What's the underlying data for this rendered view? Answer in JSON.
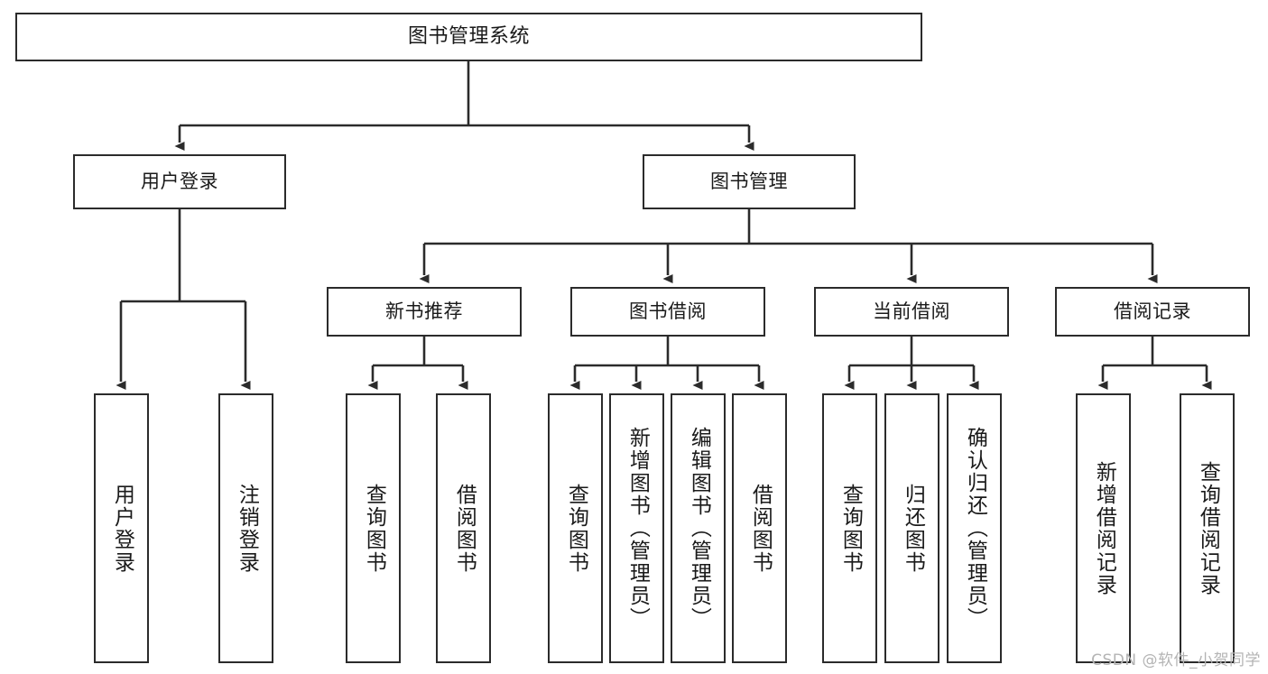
{
  "diagram": {
    "title": "图书管理系统",
    "type": "tree-hierarchy-chart",
    "stroke_color": "#2b2b2b",
    "fill_color": "#ffffff",
    "text_color": "#1a1a1a"
  },
  "root": {
    "label": "图书管理系统"
  },
  "level2": [
    {
      "label": "用户登录"
    },
    {
      "label": "图书管理"
    }
  ],
  "level3": [
    {
      "label": "新书推荐"
    },
    {
      "label": "图书借阅"
    },
    {
      "label": "当前借阅"
    },
    {
      "label": "借阅记录"
    }
  ],
  "leaves": {
    "user_login": [
      {
        "label": "用户登录"
      },
      {
        "label": "注销登录"
      }
    ],
    "new_book": [
      {
        "label": "查询图书"
      },
      {
        "label": "借阅图书"
      }
    ],
    "borrow_book": [
      {
        "label": "查询图书"
      },
      {
        "label": "新增图书（管理员）"
      },
      {
        "label": "编辑图书（管理员）"
      },
      {
        "label": "借阅图书"
      }
    ],
    "current_borrow": [
      {
        "label": "查询图书"
      },
      {
        "label": "归还图书"
      },
      {
        "label": "确认归还（管理员）"
      }
    ],
    "borrow_record": [
      {
        "label": "新增借阅记录"
      },
      {
        "label": "查询借阅记录"
      }
    ]
  },
  "watermark": {
    "text": "CSDN @软件_小贺同学"
  }
}
